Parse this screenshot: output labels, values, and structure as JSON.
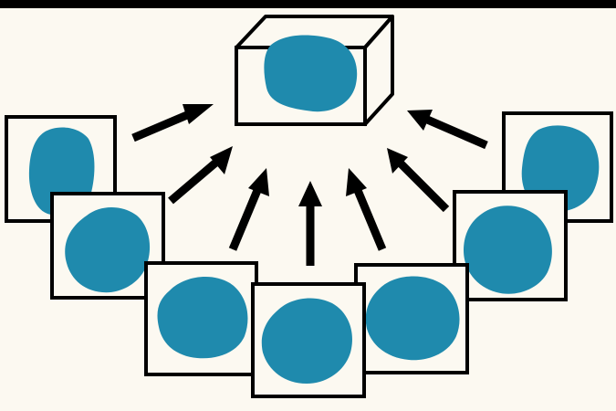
{
  "colors": {
    "background": "#fcf9f1",
    "top_bar": "#000000",
    "frame_stroke": "#000000",
    "frame_fill": "#fcf9f1",
    "blob": "#1f8aad",
    "arrow": "#000000"
  },
  "diagram": {
    "description_visible": false,
    "box": {
      "name": "3d-box-volume",
      "contains": "blob"
    },
    "views": [
      {
        "name": "projection-view-1",
        "icon": "blob"
      },
      {
        "name": "projection-view-2",
        "icon": "blob"
      },
      {
        "name": "projection-view-3",
        "icon": "blob"
      },
      {
        "name": "projection-view-4",
        "icon": "blob"
      },
      {
        "name": "projection-view-5",
        "icon": "blob"
      },
      {
        "name": "projection-view-6",
        "icon": "blob"
      },
      {
        "name": "projection-view-7",
        "icon": "blob"
      }
    ],
    "arrow_count": 7
  }
}
